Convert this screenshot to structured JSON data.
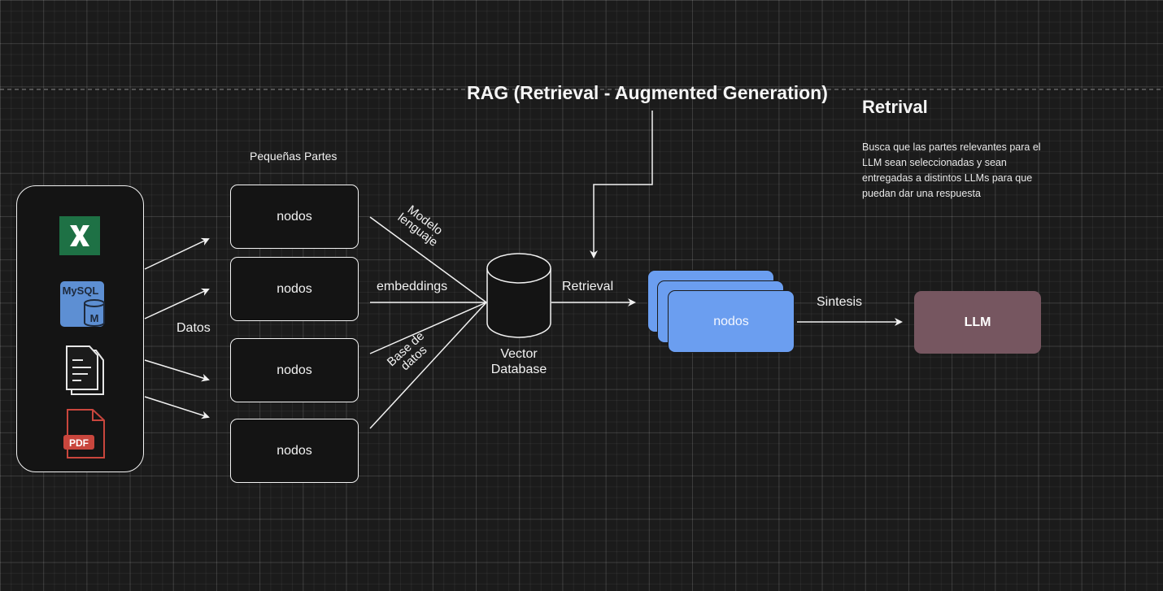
{
  "title": "RAG (Retrieval - Augmented Generation)",
  "side_panel": {
    "title": "Retrival",
    "description": "Busca que las partes relevantes para el LLM sean seleccionadas y sean entregadas a distintos LLMs para que puedan dar una respuesta"
  },
  "sources": {
    "icons": [
      "excel-icon",
      "mysql-icon",
      "document-icon",
      "pdf-icon"
    ],
    "mysql_label": "MySQL",
    "mysql_badge": "M",
    "pdf_label": "PDF"
  },
  "labels": {
    "datos": "Datos",
    "pequenas_partes": "Pequeñas Partes",
    "modelo_lenguaje_1": "Modelo",
    "modelo_lenguaje_2": "lenguaje",
    "embeddings": "embeddings",
    "base_datos_1": "Base de",
    "base_datos_2": "datos",
    "vector_db_1": "Vector",
    "vector_db_2": "Database",
    "retrieval": "Retrieval",
    "sintesis": "Sintesis"
  },
  "nodes": [
    "nodos",
    "nodos",
    "nodos",
    "nodos"
  ],
  "retrieved_node": "nodos",
  "llm": "LLM",
  "colors": {
    "background": "#1b1b1b",
    "stroke": "#f2f2f2",
    "retrieved_nodes": "#6b9ef0",
    "llm": "#765660",
    "excel": "#1e7145",
    "mysql": "#5d8fd3",
    "pdf": "#c9463d"
  }
}
